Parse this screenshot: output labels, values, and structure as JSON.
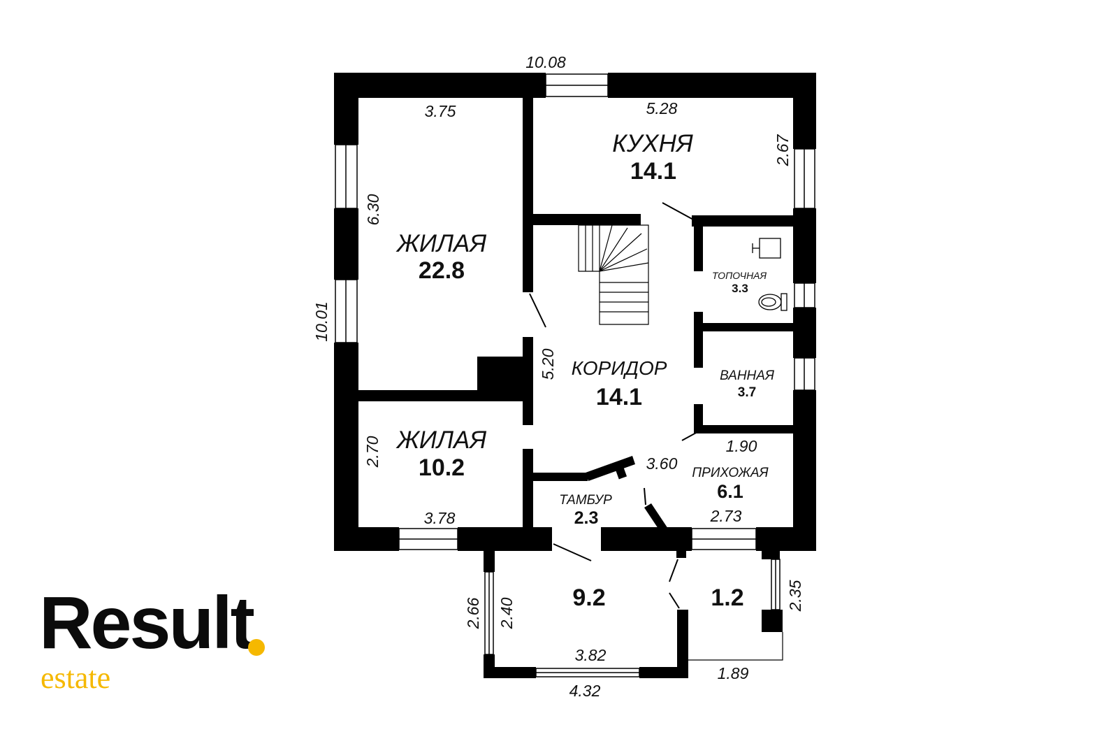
{
  "rooms": {
    "kitchen": {
      "name": "КУХНЯ",
      "area": "14.1"
    },
    "living_big": {
      "name": "ЖИЛАЯ",
      "area": "22.8"
    },
    "living_small": {
      "name": "ЖИЛАЯ",
      "area": "10.2"
    },
    "corridor": {
      "name": "КОРИДОР",
      "area": "14.1"
    },
    "boiler": {
      "name": "ТОПОЧНАЯ",
      "area": "3.3"
    },
    "bath": {
      "name": "ВАННАЯ",
      "area": "3.7"
    },
    "hall": {
      "name": "ПРИХОЖАЯ",
      "area": "6.1"
    },
    "vestibule": {
      "name": "ТАМБУР",
      "area": "2.3"
    },
    "veranda": {
      "area": "9.2"
    },
    "porch": {
      "area": "1.2"
    }
  },
  "dimensions": {
    "top_overall": "10.08",
    "left_overall": "10.01",
    "living_big_top": "3.75",
    "living_big_side": "6.30",
    "kitchen_top": "5.28",
    "kitchen_side": "2.67",
    "corridor_side": "5.20",
    "living_small_side": "2.70",
    "living_small_bottom": "3.78",
    "bath_bottom": "1.90",
    "hall_diag": "3.60",
    "hall_bottom": "2.73",
    "veranda_outer_side": "2.66",
    "veranda_inner_side": "2.40",
    "veranda_inner_bottom": "3.82",
    "veranda_outer_bottom": "4.32",
    "porch_side": "2.35",
    "porch_bottom": "1.89"
  },
  "logo": {
    "word": "Result",
    "sub": "estate",
    "text_color": "#0b0b0b",
    "accent_color": "#f5b800"
  }
}
